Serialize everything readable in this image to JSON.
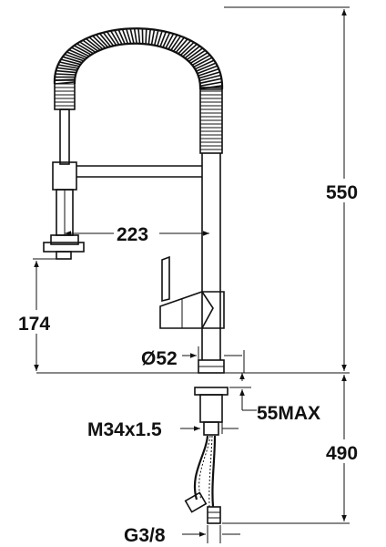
{
  "diagram": {
    "dimensions": {
      "total_height": "550",
      "spout_reach": "223",
      "spout_height": "174",
      "body_diameter": "Ø52",
      "max_deck_thickness": "55MAX",
      "mounting_thread": "M34x1.5",
      "hose_length": "490",
      "hose_connection": "G3/8"
    }
  }
}
